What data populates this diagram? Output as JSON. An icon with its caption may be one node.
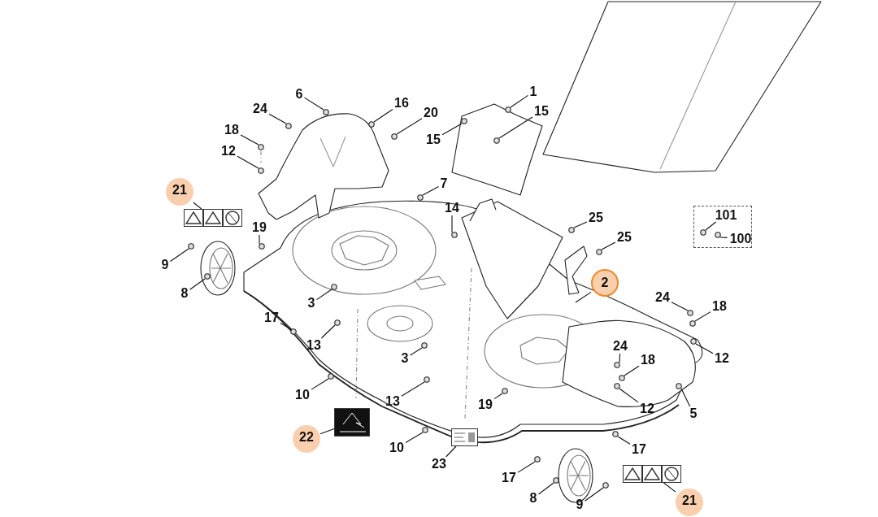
{
  "diagram": {
    "nodes": [
      {
        "text": [
          "1"
        ]
      },
      {
        "text": [
          "24"
        ]
      },
      {
        "text": [
          "6"
        ]
      },
      {
        "text": [
          "16"
        ]
      },
      {
        "text": [
          "15"
        ]
      },
      {
        "text": [
          "20"
        ]
      },
      {
        "text": [
          "18"
        ]
      },
      {
        "text": [
          "15"
        ]
      },
      {
        "text": [
          "12"
        ]
      },
      {
        "text": [
          "21"
        ]
      },
      {
        "text": [
          "7"
        ]
      },
      {
        "text": [
          "14"
        ]
      },
      {
        "text": [],
        "shape": "box"
      },
      {
        "text": [
          "101"
        ],
        "in": 12
      },
      {
        "text": [
          "25"
        ]
      },
      {
        "text": [
          "19"
        ]
      },
      {
        "text": [
          "100"
        ],
        "in": 12
      },
      {
        "text": [
          "25"
        ]
      },
      {
        "text": [
          "9"
        ]
      },
      {
        "text": [
          "2"
        ]
      },
      {
        "text": [
          "8"
        ]
      },
      {
        "text": [
          "24"
        ]
      },
      {
        "text": [
          "3"
        ]
      },
      {
        "text": [
          "18"
        ]
      },
      {
        "text": [
          "17"
        ]
      },
      {
        "text": [
          "13"
        ]
      },
      {
        "text": [
          "24"
        ]
      },
      {
        "text": [
          "12"
        ]
      },
      {
        "text": [
          "18"
        ]
      },
      {
        "text": [
          "3"
        ]
      },
      {
        "text": [
          "10"
        ]
      },
      {
        "text": [
          "13"
        ]
      },
      {
        "text": [
          "12"
        ]
      },
      {
        "text": [
          "5"
        ]
      },
      {
        "text": [
          "19"
        ]
      },
      {
        "text": [
          "22"
        ]
      },
      {
        "text": [
          "10"
        ]
      },
      {
        "text": [
          "17"
        ]
      },
      {
        "text": [
          "23"
        ]
      },
      {
        "text": [
          "17"
        ]
      },
      {
        "text": [
          "8"
        ]
      },
      {
        "text": [
          "21"
        ]
      },
      {
        "text": [
          "9"
        ]
      },
      {
        "text": [],
        "shape": "picture"
      },
      {
        "text": [],
        "shape": "picture"
      },
      {
        "text": [],
        "shape": "picture"
      },
      {
        "text": [],
        "shape": "picture"
      }
    ],
    "edges": [
      {
        "from": 0,
        "to": null,
        "arrow": "none"
      },
      {
        "from": 1,
        "to": null,
        "arrow": "none"
      },
      {
        "from": 2,
        "to": null,
        "arrow": "none"
      },
      {
        "from": 3,
        "to": null,
        "arrow": "none"
      },
      {
        "from": 4,
        "to": null,
        "arrow": "none"
      },
      {
        "from": 5,
        "to": null,
        "arrow": "none"
      },
      {
        "from": 6,
        "to": null,
        "arrow": "none"
      },
      {
        "from": 7,
        "to": null,
        "arrow": "none"
      },
      {
        "from": 8,
        "to": null,
        "arrow": "none"
      },
      {
        "from": 9,
        "to": 43,
        "arrow": "none"
      },
      {
        "from": 10,
        "to": null,
        "arrow": "none"
      },
      {
        "from": 11,
        "to": null,
        "arrow": "none"
      },
      {
        "from": 13,
        "to": null,
        "arrow": "none"
      },
      {
        "from": 14,
        "to": null,
        "arrow": "none"
      },
      {
        "from": 15,
        "to": null,
        "arrow": "none"
      },
      {
        "from": 16,
        "to": null,
        "arrow": "none"
      },
      {
        "from": 17,
        "to": null,
        "arrow": "none"
      },
      {
        "from": 18,
        "to": null,
        "arrow": "none"
      },
      {
        "from": 19,
        "to": null,
        "arrow": "none"
      },
      {
        "from": 20,
        "to": null,
        "arrow": "none"
      },
      {
        "from": 21,
        "to": null,
        "arrow": "none"
      },
      {
        "from": 22,
        "to": null,
        "arrow": "none"
      },
      {
        "from": 23,
        "to": null,
        "arrow": "none"
      },
      {
        "from": 24,
        "to": null,
        "arrow": "none"
      },
      {
        "from": 25,
        "to": null,
        "arrow": "none"
      },
      {
        "from": 26,
        "to": null,
        "arrow": "none"
      },
      {
        "from": 27,
        "to": null,
        "arrow": "none"
      },
      {
        "from": 28,
        "to": null,
        "arrow": "none"
      },
      {
        "from": 29,
        "to": null,
        "arrow": "none"
      },
      {
        "from": 30,
        "to": null,
        "arrow": "none"
      },
      {
        "from": 31,
        "to": null,
        "arrow": "none"
      },
      {
        "from": 32,
        "to": null,
        "arrow": "none"
      },
      {
        "from": 33,
        "to": null,
        "arrow": "none"
      },
      {
        "from": 34,
        "to": null,
        "arrow": "none"
      },
      {
        "from": 35,
        "to": 44,
        "arrow": "none"
      },
      {
        "from": 36,
        "to": null,
        "arrow": "none"
      },
      {
        "from": 37,
        "to": null,
        "arrow": "none"
      },
      {
        "from": 38,
        "to": 45,
        "arrow": "none"
      },
      {
        "from": 39,
        "to": null,
        "arrow": "none"
      },
      {
        "from": 40,
        "to": null,
        "arrow": "none"
      },
      {
        "from": 41,
        "to": 46,
        "arrow": "none"
      },
      {
        "from": 42,
        "to": null,
        "arrow": "none"
      }
    ]
  }
}
